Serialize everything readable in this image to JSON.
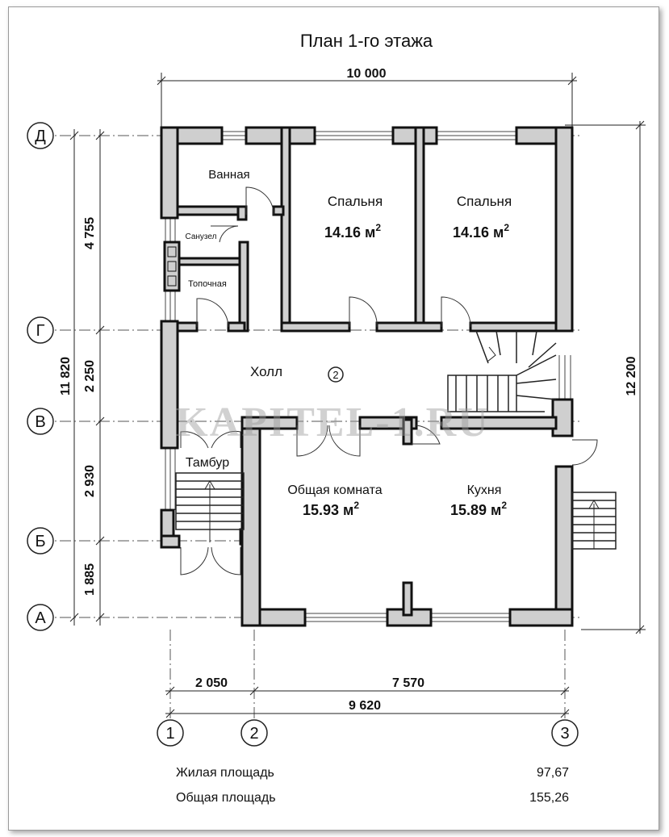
{
  "title": "План 1-го этажа",
  "watermark": "KAPITEL-1.RU",
  "room_marker": "2",
  "dimensions": {
    "top_total": "10 000",
    "left_d_g": "4 755",
    "left_g_v": "2 250",
    "left_v_b": "2 930",
    "left_b_a": "1 885",
    "left_total": "11 820",
    "right_total": "12 200",
    "bottom_1_2": "2 050",
    "bottom_2_3": "7 570",
    "bottom_total": "9 620"
  },
  "axes": {
    "rows": [
      "Д",
      "Г",
      "В",
      "Б",
      "А"
    ],
    "cols": [
      "1",
      "2",
      "3"
    ]
  },
  "rooms": {
    "bath": "Ванная",
    "wc": "Санузел",
    "boiler": "Топочная",
    "bedroom1": "Спальня",
    "bedroom1_area": "14.16 м",
    "bedroom2": "Спальня",
    "bedroom2_area": "14.16 м",
    "hall": "Холл",
    "vestibule": "Тамбур",
    "living": "Общая комната",
    "living_area": "15.93 м",
    "kitchen": "Кухня",
    "kitchen_area": "15.89 м",
    "area_unit_sup": "2"
  },
  "summary": {
    "living_label": "Жилая площадь",
    "living_value": "97,67",
    "total_label": "Общая площадь",
    "total_value": "155,26"
  }
}
